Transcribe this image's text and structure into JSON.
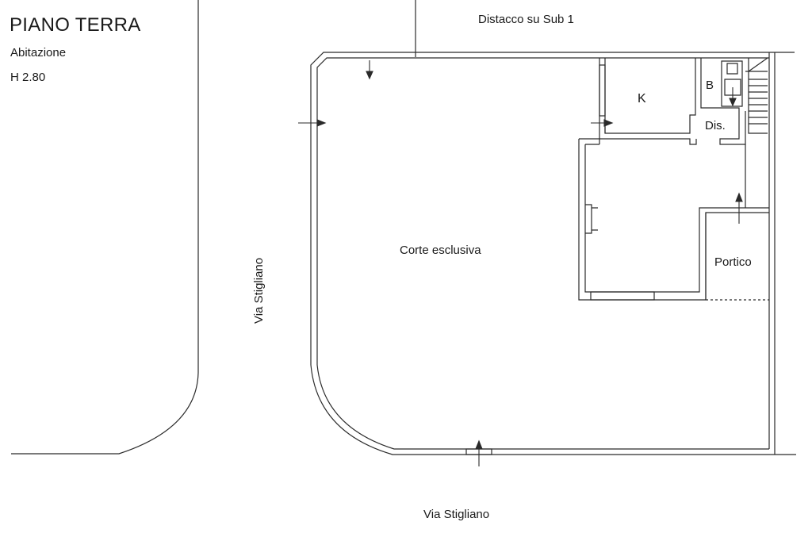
{
  "header": {
    "title": "PIANO TERRA",
    "subtitle": "Abitazione",
    "height_label": "H 2.80"
  },
  "annotations": {
    "top_boundary": "Distacco su Sub 1",
    "street_left": "Via Stigliano",
    "street_bottom": "Via Stigliano"
  },
  "rooms": {
    "kitchen": "K",
    "bathroom": "B",
    "disimpegno": "Dis.",
    "courtyard": "Corte esclusiva",
    "porch": "Portico"
  },
  "colors": {
    "line": "#2a2a2a",
    "background": "#ffffff"
  }
}
